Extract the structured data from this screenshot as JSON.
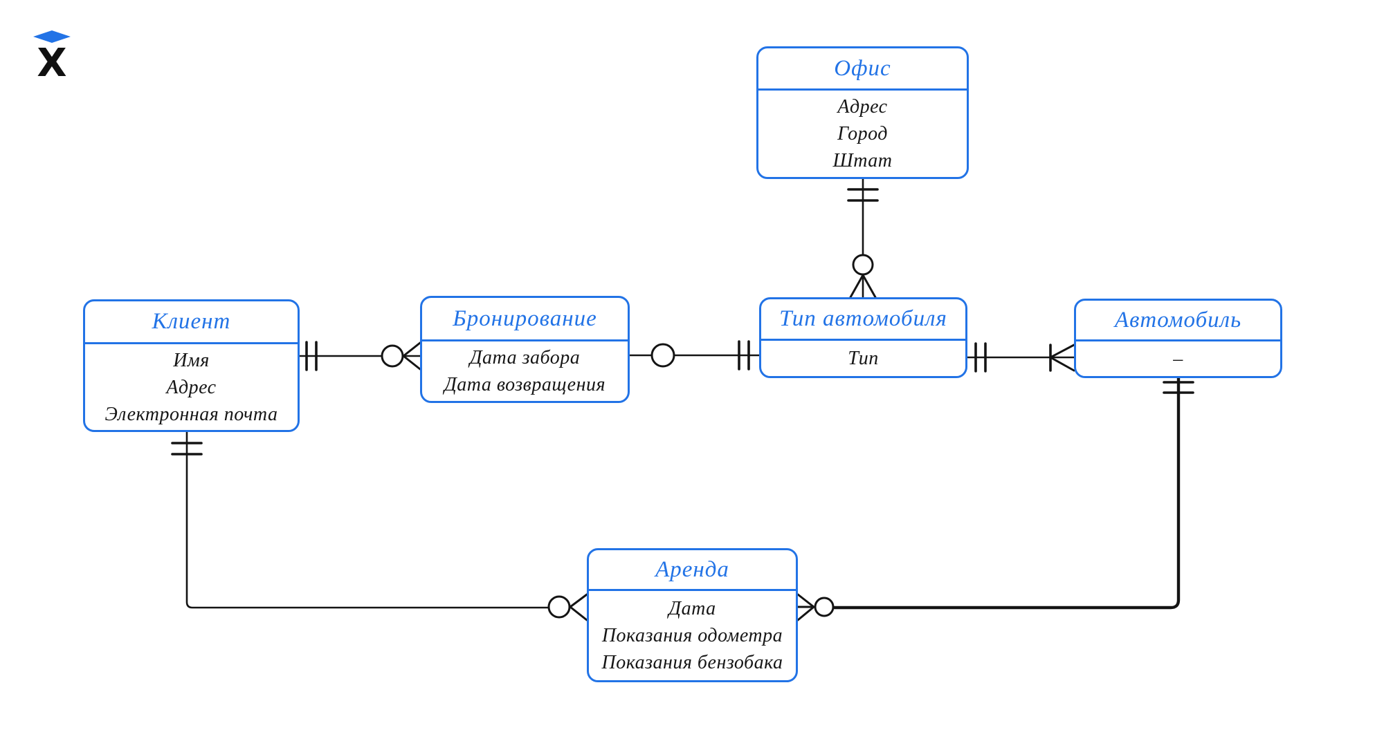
{
  "app": {
    "logo_icon": "x-diamond-logo",
    "logo_letter": "X"
  },
  "colors": {
    "accent_blue": "#2273e6",
    "ink_black": "#161616",
    "background": "#ffffff"
  },
  "diagram": {
    "type": "entity-relationship-diagram",
    "notation": "crow-foot",
    "entities": [
      {
        "id": "office",
        "title": "Офис",
        "attributes": [
          "Адрес",
          "Город",
          "Штат"
        ]
      },
      {
        "id": "client",
        "title": "Клиент",
        "attributes": [
          "Имя",
          "Адрес",
          "Электронная почта"
        ]
      },
      {
        "id": "booking",
        "title": "Бронирование",
        "attributes": [
          "Дата забора",
          "Дата возвращения"
        ]
      },
      {
        "id": "car-type",
        "title": "Тип автомобиля",
        "attributes": [
          "Тип"
        ]
      },
      {
        "id": "car",
        "title": "Автомобиль",
        "attributes": [
          "–"
        ]
      },
      {
        "id": "rental",
        "title": "Аренда",
        "attributes": [
          "Дата",
          "Показания одометра",
          "Показания бензобака"
        ]
      }
    ],
    "relationships": [
      {
        "from": "Офис",
        "to": "Тип автомобиля",
        "from_marker": "one-and-only-one",
        "to_marker": "zero-or-many"
      },
      {
        "from": "Клиент",
        "to": "Бронирование",
        "from_marker": "one-and-only-one",
        "to_marker": "zero-or-many"
      },
      {
        "from": "Бронирование",
        "to": "Тип автомобиля",
        "from_marker": "zero-optional-circle",
        "to_marker": "one-and-only-one"
      },
      {
        "from": "Тип автомобиля",
        "to": "Автомобиль",
        "from_marker": "one-and-only-one",
        "to_marker": "one-or-many"
      },
      {
        "from": "Клиент",
        "to": "Аренда",
        "from_marker": "one-and-only-one",
        "to_marker": "zero-or-many"
      },
      {
        "from": "Автомобиль",
        "to": "Аренда",
        "from_marker": "one-and-only-one",
        "to_marker": "zero-or-many"
      }
    ]
  }
}
